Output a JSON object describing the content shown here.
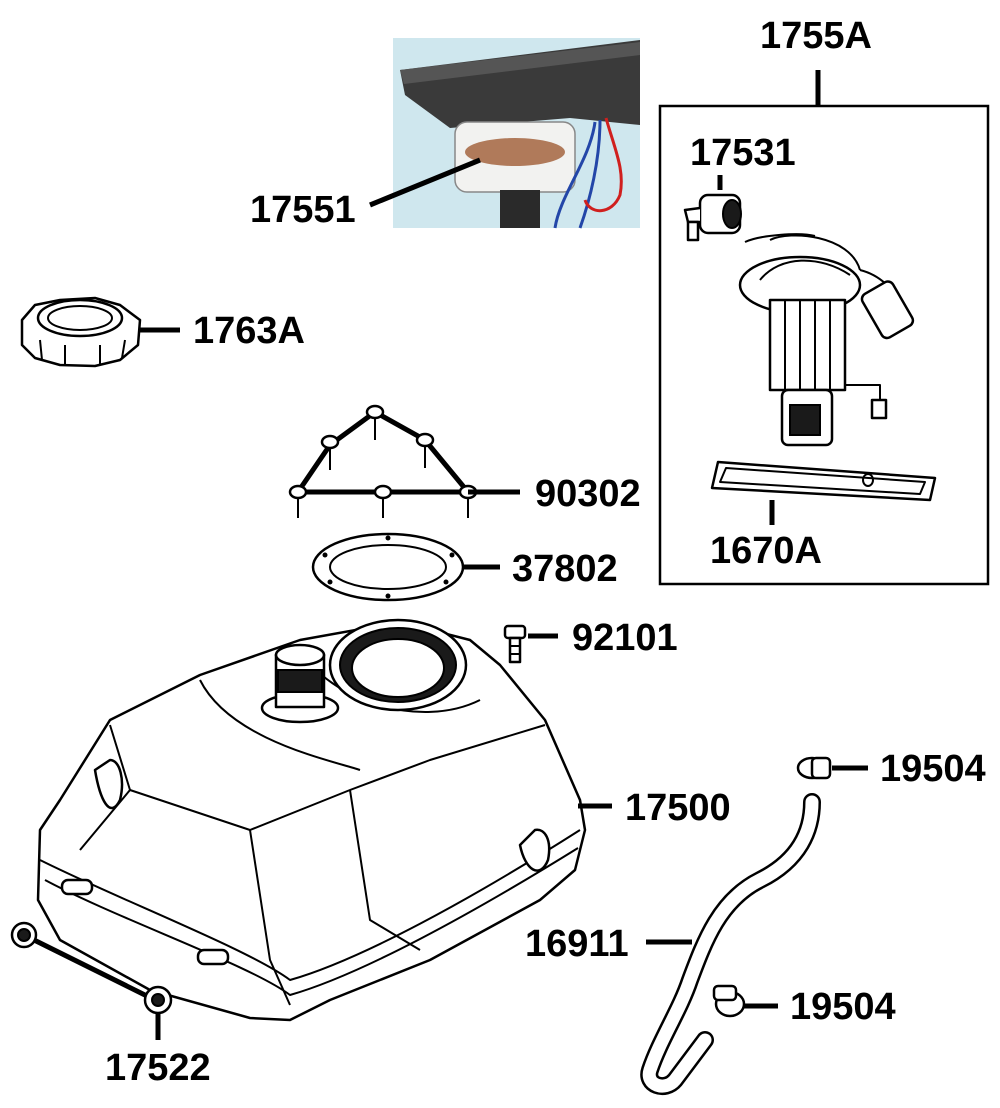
{
  "parts": {
    "p1755A": "1755A",
    "p17531": "17531",
    "p17551": "17551",
    "p1763A": "1763A",
    "p90302": "90302",
    "p37802": "37802",
    "p92101": "92101",
    "p1670A": "1670A",
    "p19504_top": "19504",
    "p17500": "17500",
    "p16911": "16911",
    "p19504_bottom": "19504",
    "p17522": "17522"
  },
  "colors": {
    "photo_bg": "#cfe7ee",
    "photo_housing": "#3a3a3a",
    "wire_red": "#d0201e",
    "wire_blue": "#2346a8"
  }
}
